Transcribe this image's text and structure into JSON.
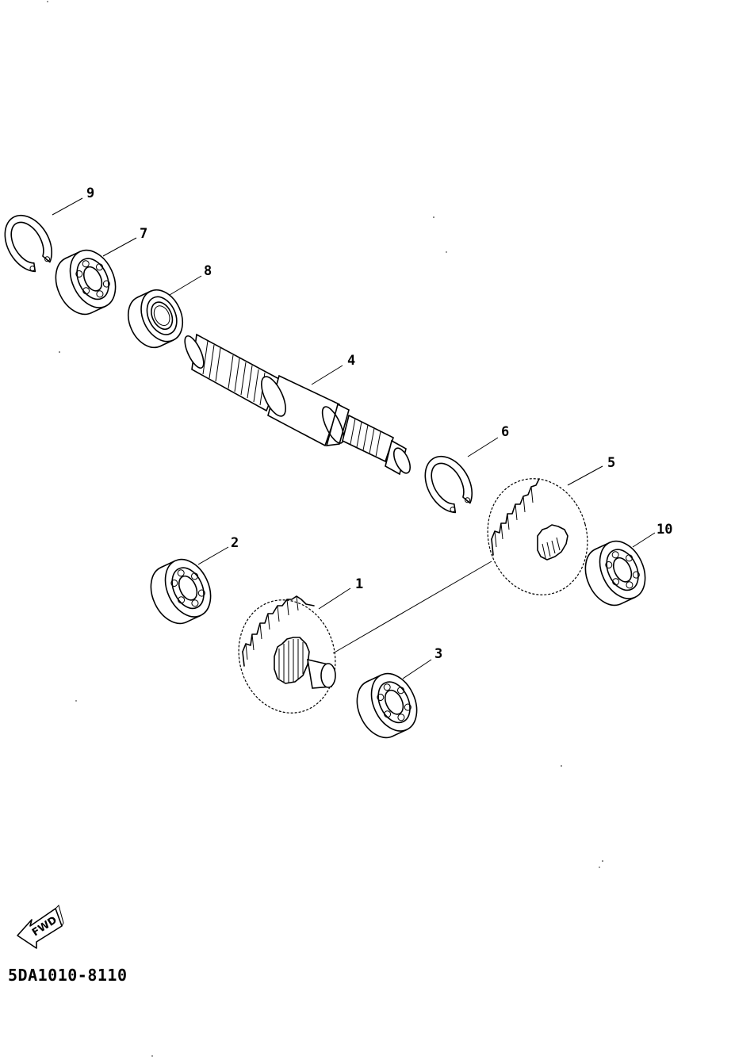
{
  "diagram": {
    "part_code": "5DA1010-8110",
    "fwd_label": "FWD",
    "callouts": [
      {
        "number": "1",
        "part": "gear-1"
      },
      {
        "number": "2",
        "part": "bearing-2"
      },
      {
        "number": "3",
        "part": "bearing-3"
      },
      {
        "number": "4",
        "part": "shaft-4"
      },
      {
        "number": "5",
        "part": "gear-5"
      },
      {
        "number": "6",
        "part": "circlip-6"
      },
      {
        "number": "7",
        "part": "bearing-7"
      },
      {
        "number": "8",
        "part": "bearing-8"
      },
      {
        "number": "9",
        "part": "circlip-9"
      },
      {
        "number": "10",
        "part": "bearing-10"
      }
    ]
  }
}
